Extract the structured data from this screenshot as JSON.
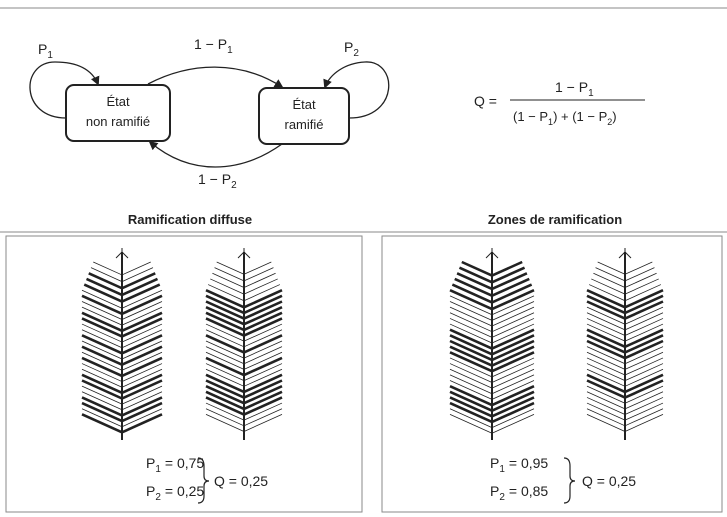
{
  "state_diagram": {
    "state_left": {
      "line1": "État",
      "line2": "non ramifié"
    },
    "state_right": {
      "line1": "État",
      "line2": "ramifié"
    },
    "self_loop_left": {
      "base": "P",
      "sub": "1"
    },
    "self_loop_right": {
      "base": "P",
      "sub": "2"
    },
    "arrow_top": {
      "base": "1 − P",
      "sub": "1"
    },
    "arrow_bottom": {
      "base": "1 − P",
      "sub": "2"
    }
  },
  "formula": {
    "lhs": "Q =",
    "numerator": {
      "base": "1 − P",
      "sub": "1"
    },
    "denominator": {
      "a_open": "(1 − P",
      "a_sub": "1",
      "a_close": ") + (1 − P",
      "b_sub": "2",
      "b_close": ")"
    }
  },
  "panels": {
    "left": {
      "title": "Ramification diffuse",
      "p1": {
        "base": "P",
        "sub": "1",
        "value": "= 0,75"
      },
      "p2": {
        "base": "P",
        "sub": "2",
        "value": "= 0,25"
      },
      "q": "Q = 0,25"
    },
    "right": {
      "title": "Zones de ramification",
      "p1": {
        "base": "P",
        "sub": "1",
        "value": "= 0,95"
      },
      "p2": {
        "base": "P",
        "sub": "2",
        "value": "= 0,85"
      },
      "q": "Q = 0,25"
    }
  },
  "colors": {
    "ink": "#222222",
    "frame": "#8a8a8a"
  }
}
